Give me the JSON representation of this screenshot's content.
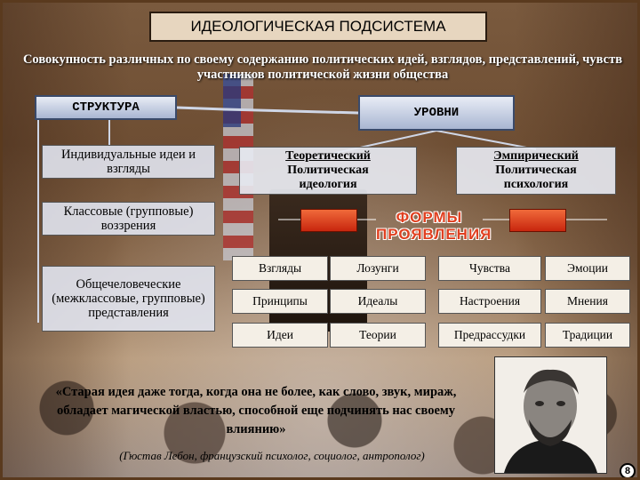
{
  "title": "ИДЕОЛОГИЧЕСКАЯ ПОДСИСТЕМА",
  "subtitle": "Совокупность различных по своему содержанию политических идей, взглядов, представлений, чувств участников политической жизни общества",
  "structure": {
    "label": "СТРУКТУРА",
    "items": [
      "Индивидуальные идеи и взгляды",
      "Классовые (групповые) воззрения",
      "Общечеловеческие (межклассовые, групповые) представления"
    ]
  },
  "levels": {
    "label": "УРОВНИ",
    "theoretical": {
      "line1": "Теоретический",
      "line2": "Политическая",
      "line3": "идеология"
    },
    "empirical": {
      "line1": "Эмпирический",
      "line2": "Политическая",
      "line3": "психология"
    }
  },
  "forms_heading": {
    "line1": "ФОРМЫ",
    "line2": "ПРОЯВЛЕНИЯ"
  },
  "forms": {
    "theoretical": [
      [
        "Взгляды",
        "Лозунги"
      ],
      [
        "Принципы",
        "Идеалы"
      ],
      [
        "Идеи",
        "Теории"
      ]
    ],
    "empirical": [
      [
        "Чувства",
        "Эмоции"
      ],
      [
        "Настроения",
        "Мнения"
      ],
      [
        "Предрассудки",
        "Традиции"
      ]
    ]
  },
  "quote": {
    "text": "«Старая идея даже тогда, когда она не более, как слово, звук, мираж, обладает магической властью, способной еще подчинять нас своему влиянию»",
    "author": "(Гюстав Лебон, французский психолог, социолог, антрополог)"
  },
  "page_number": "8",
  "colors": {
    "arrow": "#d83010",
    "forms_heading": "#e04020",
    "title_bg": "#e7d6bf",
    "label_bg": "#a9b6d2"
  }
}
